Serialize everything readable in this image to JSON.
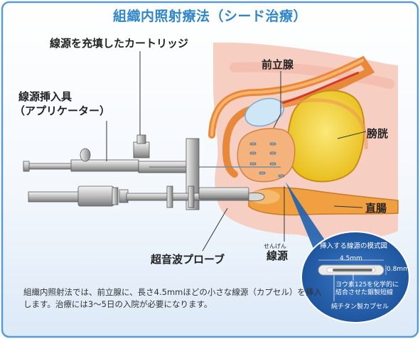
{
  "title": "組織内照射療法（シード治療）",
  "labels": {
    "cartridge": "線源を充填したカートリッジ",
    "applicator_line1": "線源挿入具",
    "applicator_line2": "（アプリケーター）",
    "prostate": "前立腺",
    "bladder": "膀胱",
    "rectum": "直腸",
    "probe": "超音波プローブ",
    "source_ruby": "せんげん",
    "source": "線源"
  },
  "caption": "組織内照射法では、前立腺に、長さ4.5mmほどの小さな線源（カプセル）を挿入します。治療には3～5日の入院が必要になります。",
  "inset": {
    "title": "挿入する線源の模式図",
    "length": "4.5mm",
    "diameter": "0.8mm",
    "note_line1": "ヨウ素125を化学的に",
    "note_line2": "結合させた銀製短線",
    "capsule": "純チタン製カプセル"
  },
  "colors": {
    "title": "#2f86c8",
    "frame": "#5a9ad6",
    "inset_bg": "#1f5fae",
    "bladder": "#f3d233",
    "prostate": "#f4b27c",
    "rectum": "#f0a040",
    "tissue": "#f7cfc2"
  }
}
